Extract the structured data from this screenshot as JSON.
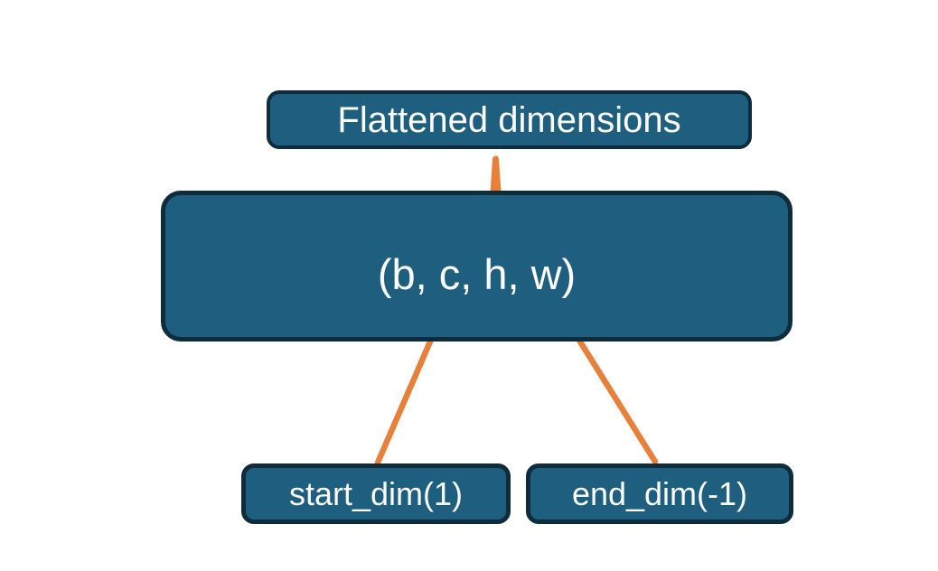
{
  "colors": {
    "background": "#ffffff",
    "box_fill": "#1e5e7e",
    "box_border": "#0e2c3c",
    "accent_orange": "#e8803a",
    "text": "#fbfbfb"
  },
  "diagram": {
    "title_box": {
      "label": "Flattened dimensions"
    },
    "tensor_box": {
      "label": "(b, c, h, w)"
    },
    "start_dim_box": {
      "label": "start_dim(1)"
    },
    "end_dim_box": {
      "label": "end_dim(-1)"
    },
    "connectors": {
      "brace": "curly-brace-up",
      "arrows": [
        "start-dim-to-c-dim",
        "end-dim-to-w-dim"
      ]
    }
  }
}
